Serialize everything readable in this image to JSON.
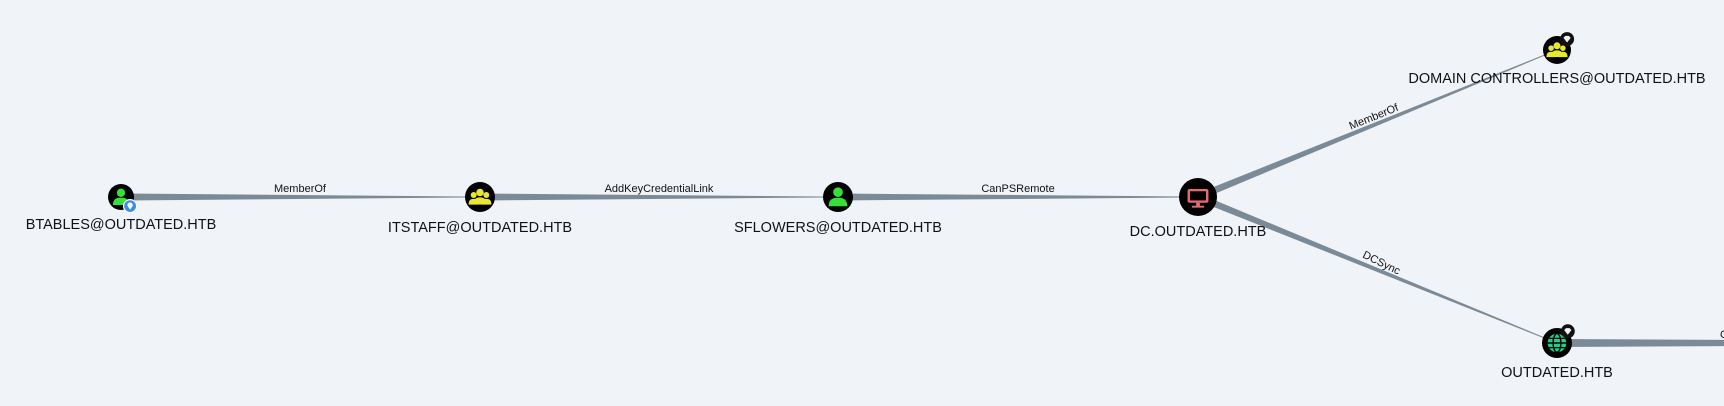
{
  "colors": {
    "background": "#f0f4f9",
    "edge": "#7b8a96",
    "node_bg": "#000000",
    "user_icon": "#36e036",
    "group_icon": "#e8e82c",
    "computer_bg": "#e2e2e2",
    "computer_icon": "#e66a6a",
    "domain_icon": "#1fcf8c",
    "owned_badge": "#3a8fe6",
    "tier_badge": "#f2f2f2"
  },
  "nodes": [
    {
      "id": "btables",
      "label": "BTABLES@OUTDATED.HTB",
      "kind": "user",
      "icon": "user-icon",
      "badge": "owned-pin-icon"
    },
    {
      "id": "itstaff",
      "label": "ITSTAFF@OUTDATED.HTB",
      "kind": "group",
      "icon": "group-icon",
      "badge": ""
    },
    {
      "id": "sflowers",
      "label": "SFLOWERS@OUTDATED.HTB",
      "kind": "user",
      "icon": "user-icon",
      "badge": ""
    },
    {
      "id": "dc",
      "label": "DC.OUTDATED.HTB",
      "kind": "computer",
      "icon": "computer-icon",
      "badge": ""
    },
    {
      "id": "dcs",
      "label": "DOMAIN CONTROLLERS@OUTDATED.HTB",
      "kind": "group",
      "icon": "group-icon",
      "badge": "high-value-gem-icon"
    },
    {
      "id": "domain",
      "label": "OUTDATED.HTB",
      "kind": "domain",
      "icon": "globe-icon",
      "badge": "high-value-gem-icon"
    }
  ],
  "edges": [
    {
      "source": "btables",
      "target": "itstaff",
      "label": "MemberOf"
    },
    {
      "source": "itstaff",
      "target": "sflowers",
      "label": "AddKeyCredentialLink"
    },
    {
      "source": "sflowers",
      "target": "dc",
      "label": "CanPSRemote"
    },
    {
      "source": "dc",
      "target": "dcs",
      "label": "MemberOf"
    },
    {
      "source": "dc",
      "target": "domain",
      "label": "DCSync"
    },
    {
      "source": "domain",
      "target": "",
      "label": "C"
    }
  ]
}
